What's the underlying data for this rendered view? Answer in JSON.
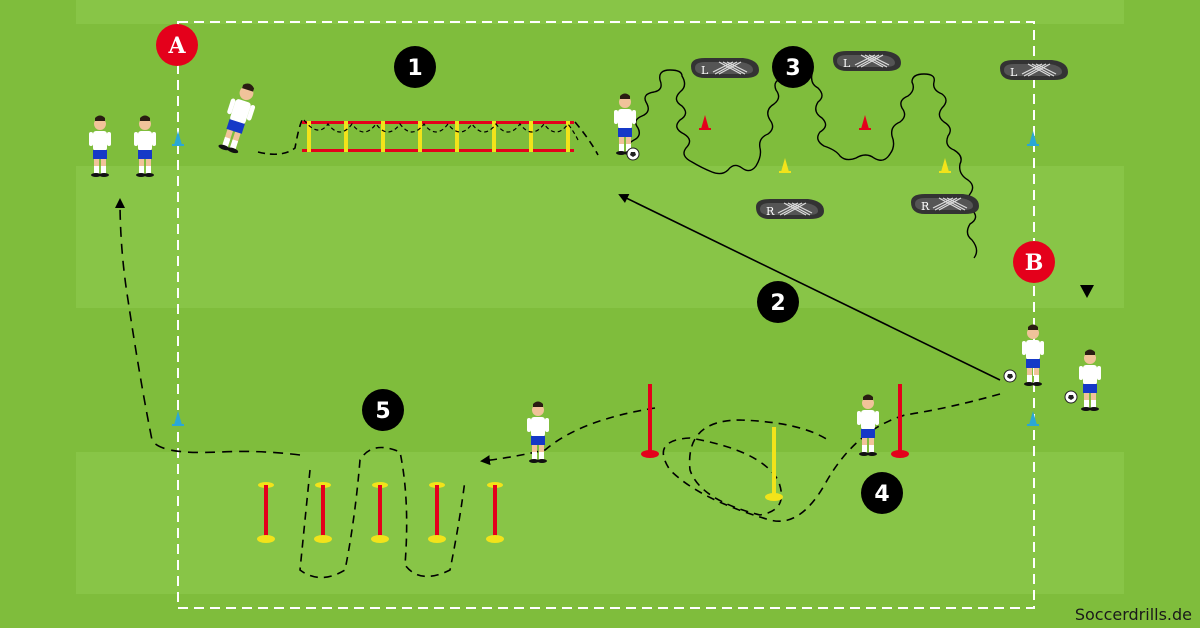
{
  "diagram": {
    "colors": {
      "grass": "#7fbd3c",
      "grass_stripe": "#88c547",
      "line": "#ffffff",
      "red": "#e4001b",
      "yellow": "#f2e31a",
      "blue_cone": "#2aa7d6",
      "shorts": "#1539c7",
      "black": "#000000"
    },
    "markers": [
      {
        "id": "A",
        "label": "A"
      },
      {
        "id": "B",
        "label": "B"
      }
    ],
    "stations": [
      {
        "id": "1",
        "label": "1",
        "name": "ladder"
      },
      {
        "id": "2",
        "label": "2",
        "name": "long pass"
      },
      {
        "id": "3",
        "label": "3",
        "name": "dribble slalom"
      },
      {
        "id": "4",
        "label": "4",
        "name": "pole dribble"
      },
      {
        "id": "5",
        "label": "5",
        "name": "pole weave"
      }
    ],
    "shoes": [
      {
        "letter": "L"
      },
      {
        "letter": "L"
      },
      {
        "letter": "L"
      },
      {
        "letter": "R"
      },
      {
        "letter": "R"
      }
    ],
    "icons": [
      "player-icon",
      "ball-icon",
      "cone-icon",
      "pole-icon",
      "ladder-icon",
      "shoe-icon",
      "arrow-icon"
    ]
  },
  "footer": {
    "brand": "Soccerdrills.de"
  }
}
